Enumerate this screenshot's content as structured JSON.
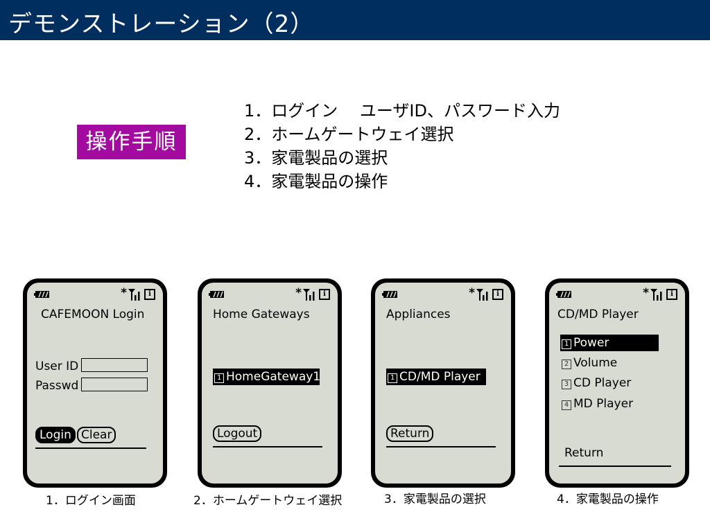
{
  "slide": {
    "title": "デモンストレーション（2）",
    "procedure_label": "操作手順",
    "steps": [
      "1．ログイン　 ユーザID、パスワード入力",
      "2．ホームゲートウェイ選択",
      "3．家電製品の選択",
      "4．家電製品の操作"
    ]
  },
  "status_bar": {
    "star": "*",
    "info": "i"
  },
  "screens": {
    "login": {
      "title": "CAFEMOON Login",
      "user_id_label": "User ID",
      "passwd_label": "Passwd",
      "login_button": "Login",
      "clear_button": "Clear",
      "caption": "1．ログイン画面"
    },
    "gateways": {
      "title": "Home Gateways",
      "item_number": "1",
      "item": "HomeGateway1",
      "logout_button": "Logout",
      "caption": "2．ホームゲートウェイ選択"
    },
    "appliances": {
      "title": "Appliances",
      "item_number": "1",
      "item": "CD/MD Player",
      "return_button": "Return",
      "caption": "3．家電製品の選択"
    },
    "player": {
      "title": "CD/MD Player",
      "items": [
        {
          "n": "1",
          "label": "Power"
        },
        {
          "n": "2",
          "label": "Volume"
        },
        {
          "n": "3",
          "label": "CD Player"
        },
        {
          "n": "4",
          "label": "MD Player"
        }
      ],
      "return_label": "Return",
      "caption": "4．家電製品の操作"
    }
  }
}
